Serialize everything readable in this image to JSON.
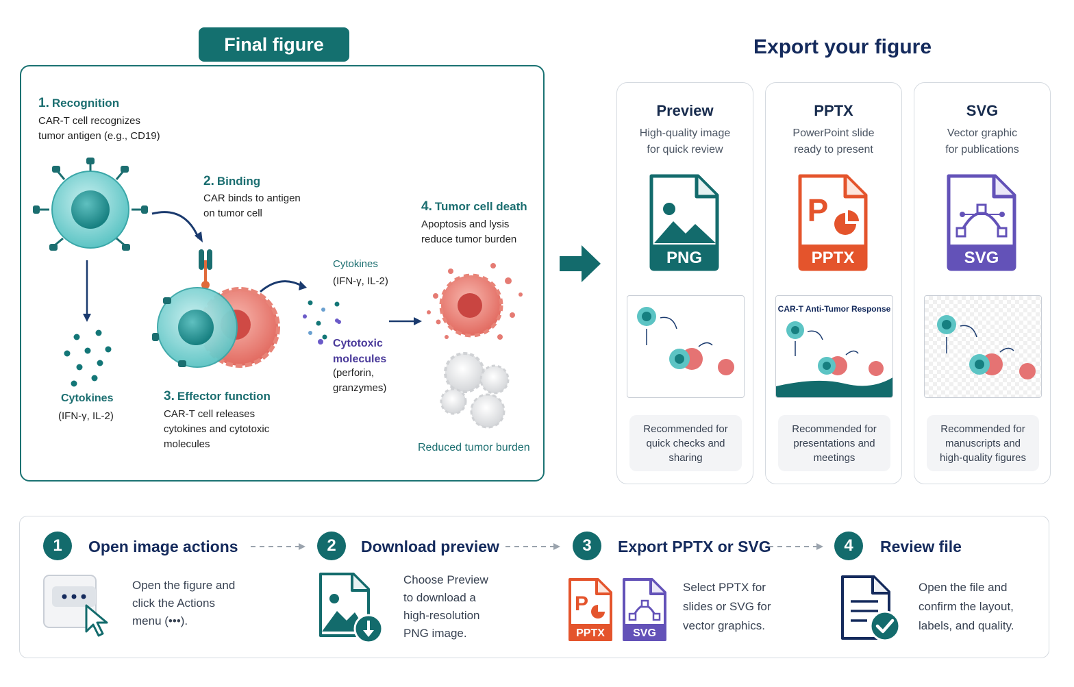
{
  "final_figure": {
    "tab_label": "Final figure",
    "steps": [
      {
        "num": "1.",
        "title": "Recognition",
        "desc": [
          "CAR-T cell recognizes",
          "tumor antigen (e.g., CD19)"
        ]
      },
      {
        "num": "2.",
        "title": "Binding",
        "desc": [
          "CAR binds to antigen",
          "on tumor cell"
        ]
      },
      {
        "num": "3.",
        "title": "Effector function",
        "desc": [
          "CAR-T cell releases",
          "cytokines and cytotoxic",
          "molecules"
        ]
      },
      {
        "num": "4.",
        "title": "Tumor cell death",
        "desc": [
          "Apoptosis and lysis",
          "reduce tumor burden"
        ]
      }
    ],
    "cytokines_left": {
      "label": "Cytokines",
      "detail": "(IFN-γ, IL-2)"
    },
    "cytokines_right": {
      "label": "Cytokines",
      "detail": "(IFN-γ, IL-2)"
    },
    "cytotoxic": {
      "label_1": "Cytotoxic",
      "label_2": "molecules",
      "detail_1": "(perforin,",
      "detail_2": "granzymes)"
    },
    "reduced_label": "Reduced tumor burden"
  },
  "export": {
    "title": "Export your figure",
    "cards": [
      {
        "title": "Preview",
        "sub": [
          "High-quality image",
          "for quick review"
        ],
        "badge": "PNG",
        "color": "#136b6c",
        "rec": [
          "Recommended for",
          "quick checks and",
          "sharing"
        ],
        "icon": "png-file-icon"
      },
      {
        "title": "PPTX",
        "sub": [
          "PowerPoint slide",
          "ready to present"
        ],
        "badge": "PPTX",
        "color": "#e4542c",
        "rec": [
          "Recommended for",
          "presentations and",
          "meetings"
        ],
        "icon": "pptx-file-icon",
        "thumb_title": "CAR-T Anti-Tumor Response"
      },
      {
        "title": "SVG",
        "sub": [
          "Vector graphic",
          "for publications"
        ],
        "badge": "SVG",
        "color": "#6352b8",
        "rec": [
          "Recommended for",
          "manuscripts and",
          "high-quality figures"
        ],
        "icon": "svg-file-icon"
      }
    ]
  },
  "workflow": {
    "steps": [
      {
        "num": "1",
        "title": "Open image actions",
        "desc": [
          "Open the figure and",
          "click the Actions",
          "menu (•••)."
        ],
        "icon": "actions-menu-icon"
      },
      {
        "num": "2",
        "title": "Download preview",
        "desc": [
          "Choose Preview",
          "to download a",
          "high-resolution",
          "PNG image."
        ],
        "icon": "image-download-icon"
      },
      {
        "num": "3",
        "title": "Export PPTX or SVG",
        "desc": [
          "Select PPTX for",
          "slides or SVG for",
          "vector graphics."
        ],
        "icon": "pptx-svg-icon",
        "badge_a": "PPTX",
        "badge_b": "SVG"
      },
      {
        "num": "4",
        "title": "Review file",
        "desc": [
          "Open the file and",
          "confirm the layout,",
          "labels, and quality."
        ],
        "icon": "document-check-icon"
      }
    ]
  },
  "colors": {
    "teal": "#136b6c",
    "navy": "#142a5c",
    "pptx": "#e4542c",
    "svg": "#6352b8",
    "tumor": "#e57373",
    "tcell": "#4fbfbf"
  }
}
